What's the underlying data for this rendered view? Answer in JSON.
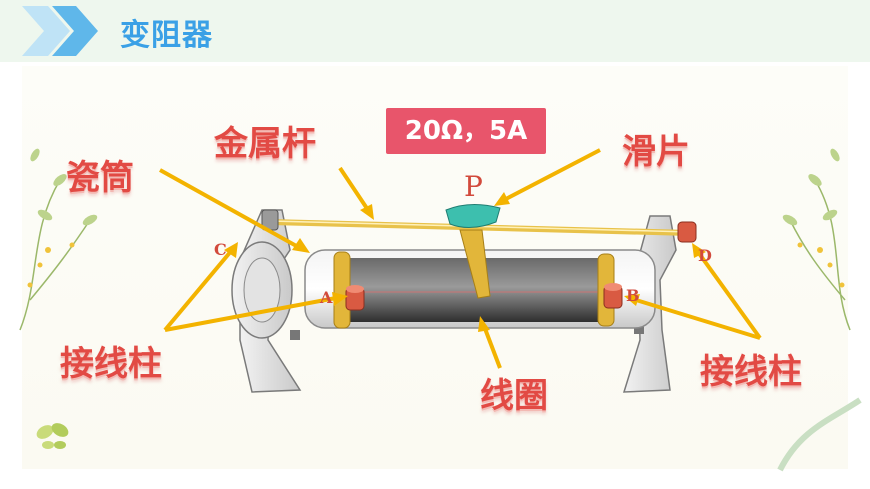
{
  "slide": {
    "title": "变阻器",
    "spec": "20Ω，5A"
  },
  "labels": {
    "metal_rod": "金属杆",
    "ceramic_tube": "瓷筒",
    "slider": "滑片",
    "terminal_left": "接线柱",
    "terminal_right": "接线柱",
    "coil": "线圈"
  },
  "points": {
    "p": "P",
    "a": "A",
    "b": "B",
    "c": "C",
    "d": "D"
  },
  "colors": {
    "title": "#3aa0e6",
    "label": "#e24a44",
    "spec_bg": "#e8556b",
    "arrow": "#f3b300",
    "coil": "#3c3c3c",
    "brass": "#e2b63a",
    "slider": "#3dbfae"
  }
}
